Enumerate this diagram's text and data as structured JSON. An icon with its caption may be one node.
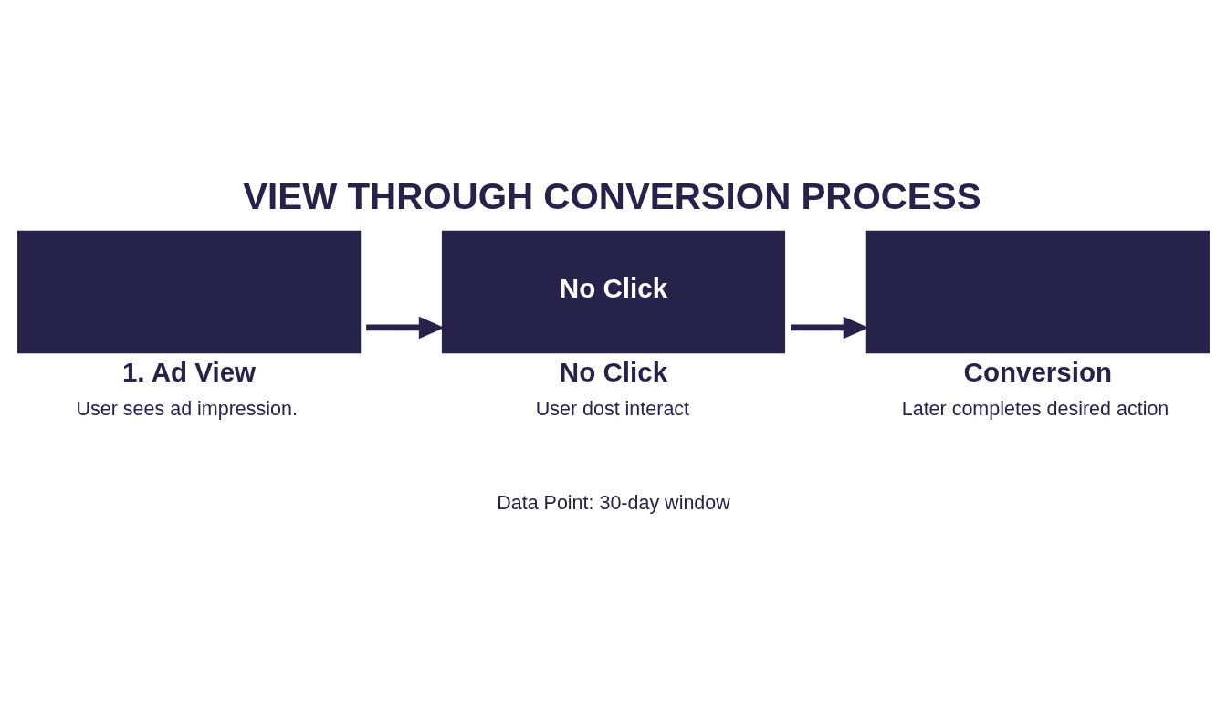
{
  "diagram": {
    "title": "VIEW THROUGH CONVERSION PROCESS",
    "nodes": [
      {
        "text": [],
        "shape": "box",
        "beside": [
          "1. Ad View",
          "User sees ad impression."
        ]
      },
      {
        "text": [
          "No Click"
        ],
        "beside": [
          "No Click",
          "User dost interact"
        ]
      },
      {
        "text": [],
        "shape": "box",
        "beside": [
          "Conversion",
          "Later completes desired action"
        ]
      }
    ],
    "edges": [
      {
        "from": 0,
        "to": 1,
        "arrow": "to"
      },
      {
        "from": 1,
        "to": 2,
        "arrow": "to"
      }
    ],
    "labels": [
      "Data Point: 30-day window"
    ]
  }
}
